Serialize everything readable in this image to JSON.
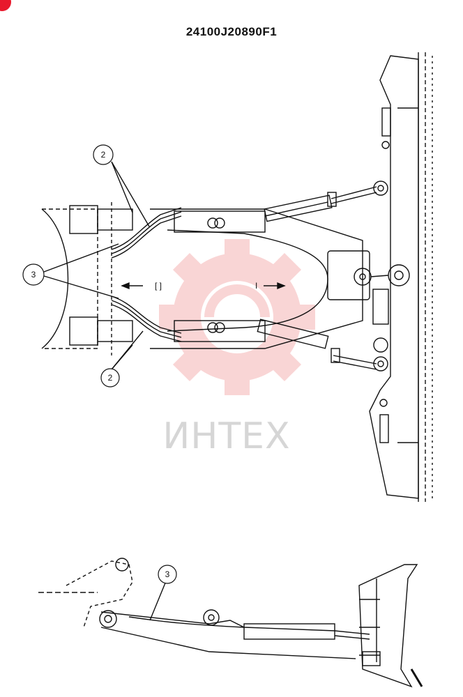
{
  "title": "24100J20890F1",
  "watermark": {
    "text": "ИНТЕХ",
    "color": "#f08a8a"
  },
  "callouts": {
    "top_2": "2",
    "left_3": "3",
    "bottom_2": "2",
    "side_3": "3"
  },
  "arrow_labels": {
    "left": "[ ]",
    "right": "I"
  },
  "colors": {
    "badge": "#e8192c",
    "ink": "#111111"
  }
}
